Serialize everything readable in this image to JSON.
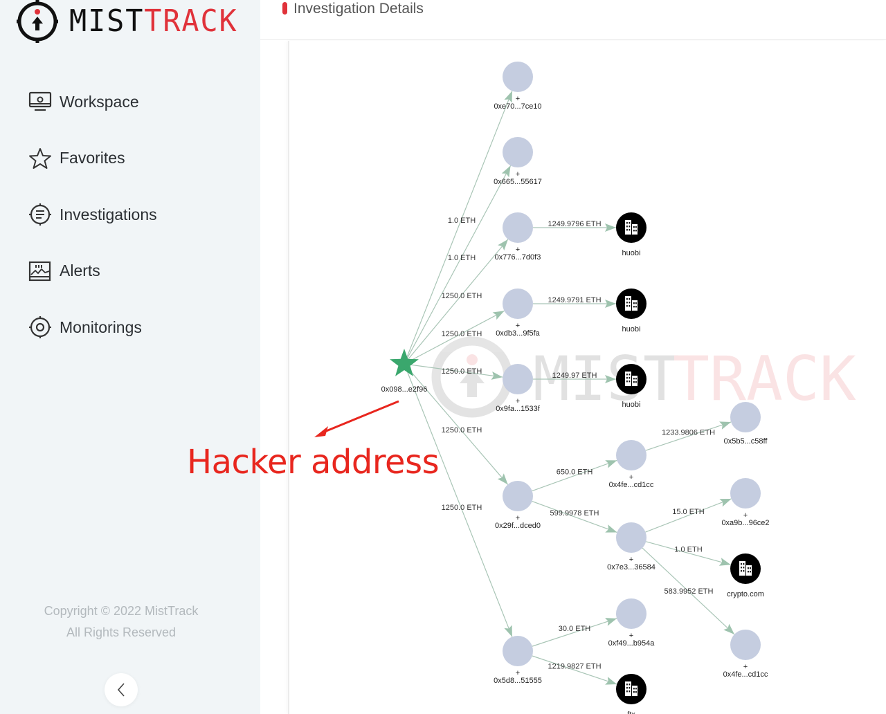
{
  "brand": {
    "name_part1": "MIST",
    "name_part2": "TRACK",
    "accent": "#e0323a"
  },
  "sidebar": {
    "items": [
      {
        "label": "Workspace",
        "icon": "monitor-icon"
      },
      {
        "label": "Favorites",
        "icon": "star-icon"
      },
      {
        "label": "Investigations",
        "icon": "list-target-icon"
      },
      {
        "label": "Alerts",
        "icon": "alert-chart-icon"
      },
      {
        "label": "Monitorings",
        "icon": "target-icon"
      }
    ],
    "copyright_line1": "Copyright © 2022 MistTrack",
    "copyright_line2": "All Rights Reserved",
    "collapse_icon": "chevron-left-icon"
  },
  "header": {
    "title": "Investigation Details"
  },
  "annotation": {
    "text": "Hacker address",
    "color": "#e8261e"
  },
  "graph": {
    "watermark": {
      "part1": "MIST",
      "part2": "TRACK"
    },
    "nodes": [
      {
        "id": "root",
        "label": "0x098...e2f96",
        "type": "hacker",
        "expand": false
      },
      {
        "id": "n1",
        "label": "0xe70...7ce10",
        "type": "address",
        "expand": true
      },
      {
        "id": "n2",
        "label": "0x665...55617",
        "type": "address",
        "expand": true
      },
      {
        "id": "n3",
        "label": "0x776...7d0f3",
        "type": "address",
        "expand": true
      },
      {
        "id": "n4",
        "label": "0xdb3...9f5fa",
        "type": "address",
        "expand": true
      },
      {
        "id": "n5",
        "label": "0x9fa...1533f",
        "type": "address",
        "expand": true
      },
      {
        "id": "n6",
        "label": "0x29f...dced0",
        "type": "address",
        "expand": true
      },
      {
        "id": "n7",
        "label": "0x5d8...51555",
        "type": "address",
        "expand": true
      },
      {
        "id": "h1",
        "label": "huobi",
        "type": "exchange",
        "expand": false
      },
      {
        "id": "h2",
        "label": "huobi",
        "type": "exchange",
        "expand": false
      },
      {
        "id": "h3",
        "label": "huobi",
        "type": "exchange",
        "expand": false
      },
      {
        "id": "m1",
        "label": "0x4fe...cd1cc",
        "type": "address",
        "expand": true
      },
      {
        "id": "m2",
        "label": "0x7e3...36584",
        "type": "address",
        "expand": true
      },
      {
        "id": "m3",
        "label": "0xf49...b954a",
        "type": "address",
        "expand": true
      },
      {
        "id": "ftx",
        "label": "ftx",
        "type": "exchange",
        "expand": false
      },
      {
        "id": "r1",
        "label": "0x5b5...c58ff",
        "type": "address",
        "expand": false
      },
      {
        "id": "r2",
        "label": "0xa9b...96ce2",
        "type": "address",
        "expand": true
      },
      {
        "id": "cdc",
        "label": "crypto.com",
        "type": "exchange",
        "expand": false
      },
      {
        "id": "r3",
        "label": "0x4fe...cd1cc",
        "type": "address",
        "expand": true
      }
    ],
    "edges": [
      {
        "from": "root",
        "to": "n1",
        "amount": "1.0 ETH"
      },
      {
        "from": "root",
        "to": "n2",
        "amount": "1.0 ETH"
      },
      {
        "from": "root",
        "to": "n3",
        "amount": "1250.0 ETH"
      },
      {
        "from": "root",
        "to": "n4",
        "amount": "1250.0 ETH"
      },
      {
        "from": "root",
        "to": "n5",
        "amount": "1250.0 ETH"
      },
      {
        "from": "root",
        "to": "n6",
        "amount": "1250.0 ETH"
      },
      {
        "from": "root",
        "to": "n7",
        "amount": "1250.0 ETH"
      },
      {
        "from": "n3",
        "to": "h1",
        "amount": "1249.9796 ETH"
      },
      {
        "from": "n4",
        "to": "h2",
        "amount": "1249.9791 ETH"
      },
      {
        "from": "n5",
        "to": "h3",
        "amount": "1249.97 ETH"
      },
      {
        "from": "n6",
        "to": "m1",
        "amount": "650.0 ETH"
      },
      {
        "from": "n6",
        "to": "m2",
        "amount": "599.9978 ETH"
      },
      {
        "from": "m1",
        "to": "r1",
        "amount": "1233.9806 ETH"
      },
      {
        "from": "m2",
        "to": "r2",
        "amount": "15.0 ETH"
      },
      {
        "from": "m2",
        "to": "cdc",
        "amount": "1.0 ETH"
      },
      {
        "from": "m2",
        "to": "r3",
        "amount": "583.9952 ETH"
      },
      {
        "from": "n7",
        "to": "m3",
        "amount": "30.0 ETH"
      },
      {
        "from": "n7",
        "to": "ftx",
        "amount": "1219.9827 ETH"
      }
    ],
    "colors": {
      "address_node": "#c5cde0",
      "exchange_node": "#000000",
      "hacker_node": "#3aa76d",
      "edge": "#a9c5b6",
      "arrow": "#9ec3ae"
    }
  }
}
